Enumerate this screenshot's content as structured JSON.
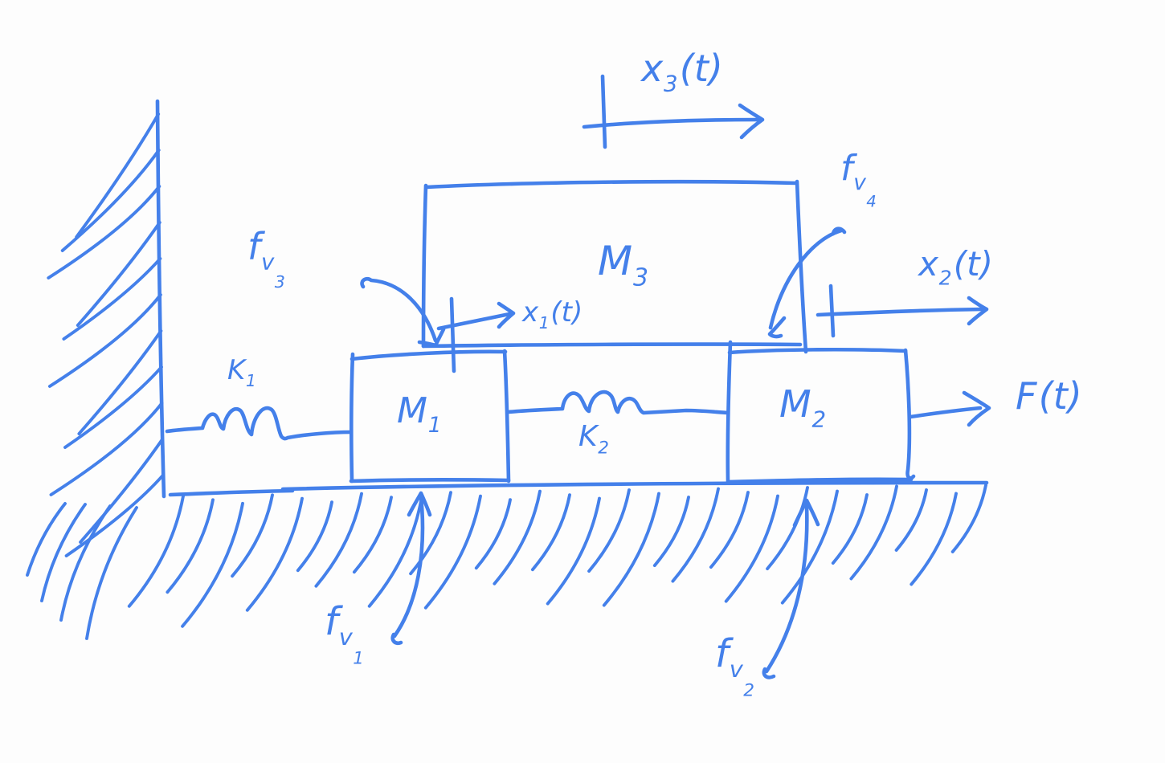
{
  "title": "Hand-drawn translational mechanical system diagram",
  "colors": {
    "ink": "#4480ea",
    "background": "#fdfdfd"
  },
  "labels": {
    "x3": {
      "main": "x",
      "sub": "3",
      "tail": "(t)"
    },
    "x2": {
      "main": "x",
      "sub": "2",
      "tail": "(t)"
    },
    "x1": {
      "main": "x",
      "sub": "1",
      "tail": "(t)"
    },
    "force": {
      "main": "F",
      "tail": "(t)"
    },
    "m1": {
      "main": "M",
      "sub": "1"
    },
    "m2": {
      "main": "M",
      "sub": "2"
    },
    "m3": {
      "main": "M",
      "sub": "3"
    },
    "k1": {
      "main": "K",
      "sub": "1"
    },
    "k2": {
      "main": "K",
      "sub": "2"
    },
    "fv1": {
      "main": "f",
      "sub": "v",
      "subsub": "1"
    },
    "fv2": {
      "main": "f",
      "sub": "v",
      "subsub": "2"
    },
    "fv3": {
      "main": "f",
      "sub": "v",
      "subsub": "3"
    },
    "fv4": {
      "main": "f",
      "sub": "v",
      "subsub": "4"
    }
  }
}
